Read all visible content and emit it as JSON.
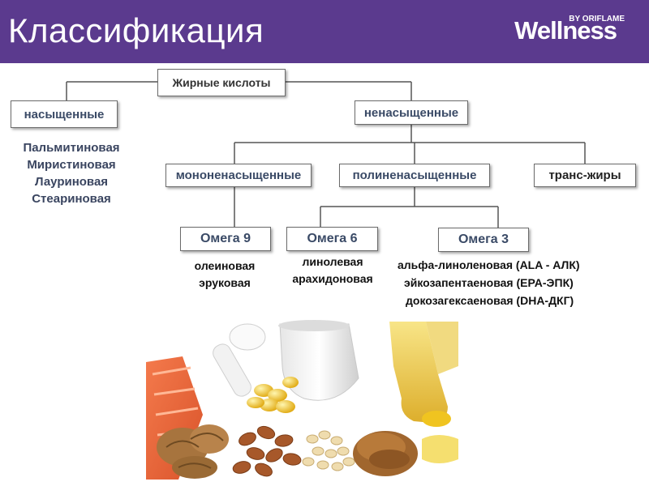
{
  "header": {
    "title": "Классификация",
    "brand": "Wellness",
    "brand_sub": "BY ORIFLAME",
    "background": "#5b3a8e"
  },
  "diagram": {
    "root": "Жирные кислоты",
    "saturated": {
      "label": "насыщенные",
      "items": [
        "Пальмитиновая",
        "Миристиновая",
        "Лауриновая",
        "Стеариновая"
      ]
    },
    "unsaturated": "ненасыщенные",
    "mono": "мононенасыщенные",
    "poly": "полиненасыщенные",
    "trans": "транс-жиры",
    "omega9": {
      "label": "Омега 9",
      "items": [
        "олеиновая",
        "эруковая"
      ]
    },
    "omega6": {
      "label": "Омега 6",
      "items": [
        "линолевая",
        "арахидоновая"
      ]
    },
    "omega3": {
      "label": "Омега 3",
      "items": [
        "альфа-линоленовая (ALA - АЛК)",
        "эйкозапентаеновая (EPA-ЭПК)",
        "докозагексаеновая (DHA-ДКГ)"
      ]
    }
  },
  "image": {
    "icon": "food-sources-photo"
  }
}
